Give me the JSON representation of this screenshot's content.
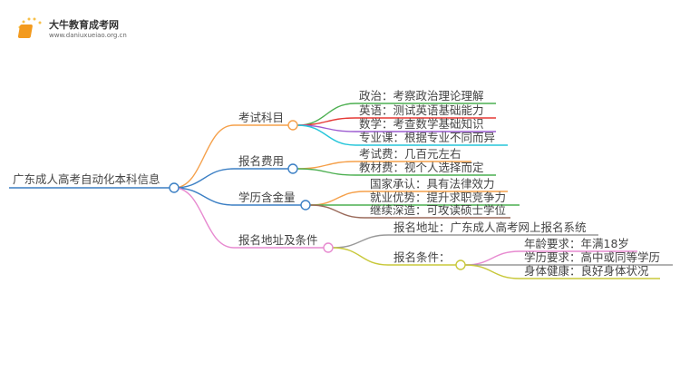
{
  "logo": {
    "title": "大牛教育成考网",
    "url": "www.daniuxueiao.org.cn"
  },
  "root": {
    "label": "广东成人高考自动化本科信息"
  },
  "branches": [
    {
      "label": "考试科目",
      "color": "#f5a04a",
      "children": [
        {
          "label": "政治：考察政治理论理解",
          "color": "#4caf50"
        },
        {
          "label": "英语：测试英语基础能力",
          "color": "#e53935"
        },
        {
          "label": "数学：考查数学基础知识",
          "color": "#9c5bd0"
        },
        {
          "label": "专业课：根据专业不同而异",
          "color": "#26c6da"
        }
      ]
    },
    {
      "label": "报名费用",
      "color": "#3b7fc4",
      "children": [
        {
          "label": "考试费：几百元左右",
          "color": "#f5a04a"
        },
        {
          "label": "教材费：视个人选择而定",
          "color": "#4caf50"
        }
      ]
    },
    {
      "label": "学历含金量",
      "color": "#3b7fc4",
      "children": [
        {
          "label": "国家承认：具有法律效力",
          "color": "#f5a04a"
        },
        {
          "label": "就业优势：提升求职竞争力",
          "color": "#4caf50"
        },
        {
          "label": "继续深造：可攻读硕士学位",
          "color": "#9a6a5a"
        }
      ]
    },
    {
      "label": "报名地址及条件",
      "color": "#e78ad0",
      "children": [
        {
          "label": "报名地址：广东成人高考网上报名系统",
          "color": "#999999"
        },
        {
          "label": "报名条件：",
          "color": "#c8c83a",
          "children": [
            {
              "label": "年龄要求：年满18岁",
              "color": "#e78ad0"
            },
            {
              "label": "学历要求：高中或同等学历",
              "color": "#999999"
            },
            {
              "label": "身体健康：良好身体状况",
              "color": "#c8c83a"
            }
          ]
        }
      ]
    }
  ]
}
